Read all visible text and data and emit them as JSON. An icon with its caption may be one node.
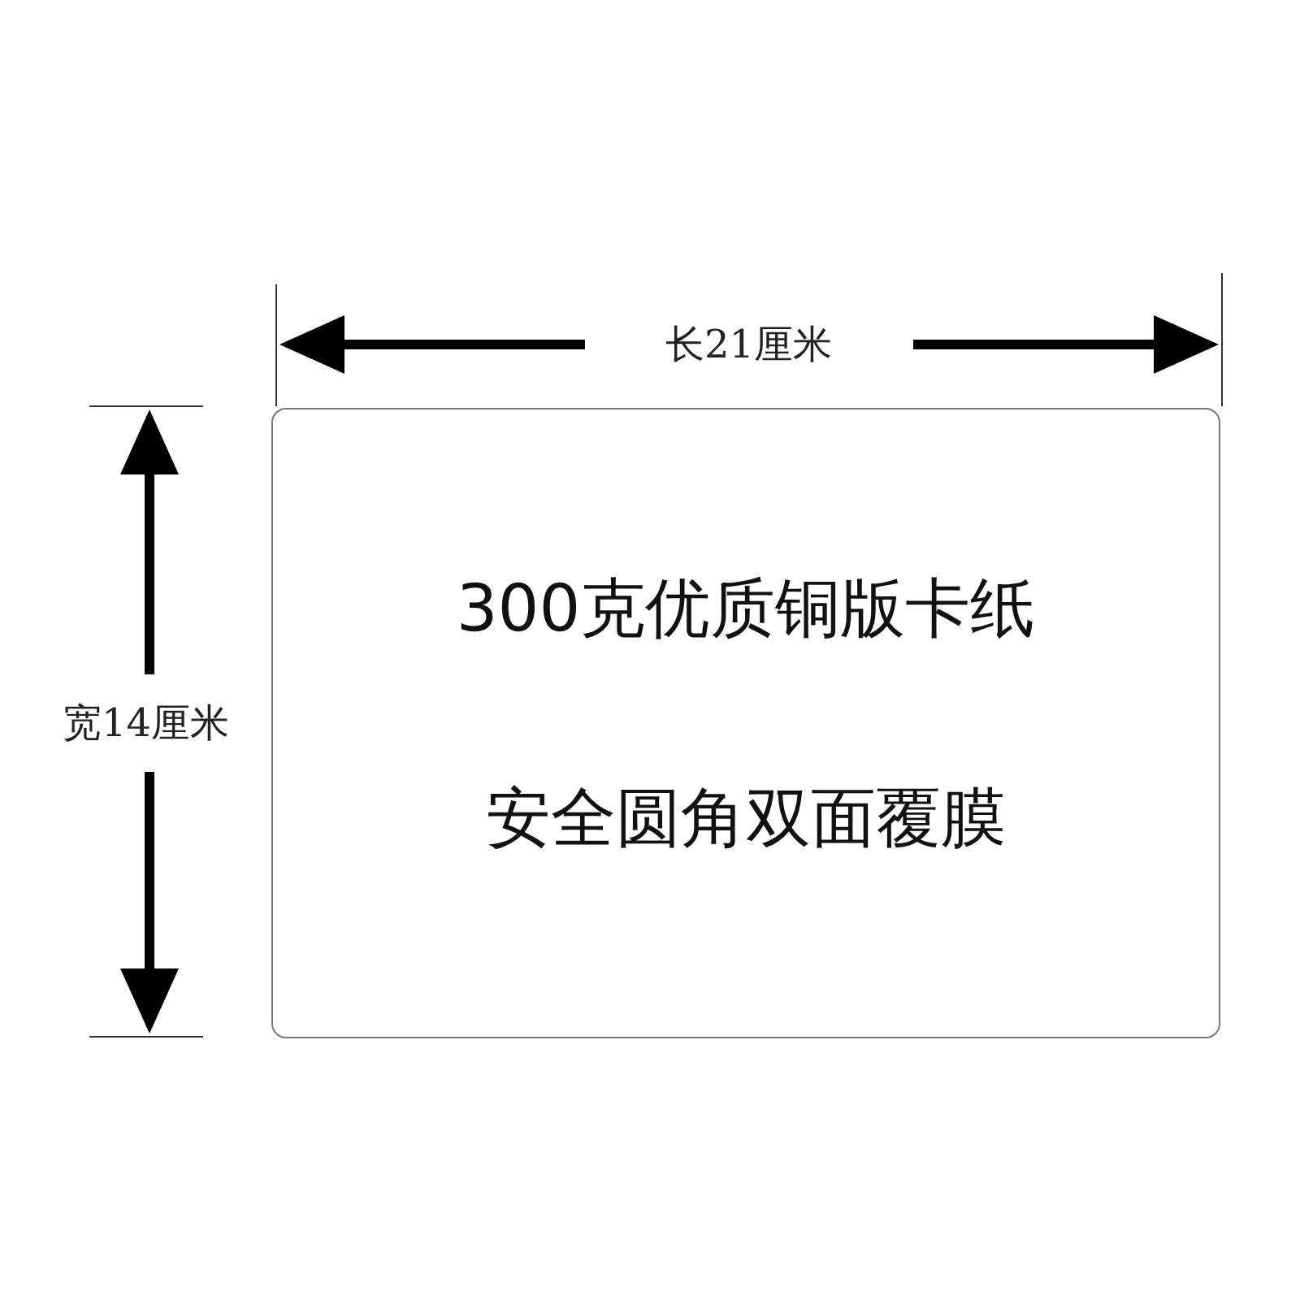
{
  "diagram": {
    "nodes": [
      {
        "text": [
          "300克优质铜版卡纸",
          "安全圆角双面覆膜"
        ]
      }
    ],
    "labels": [
      "长21厘米",
      "宽14厘米"
    ]
  }
}
